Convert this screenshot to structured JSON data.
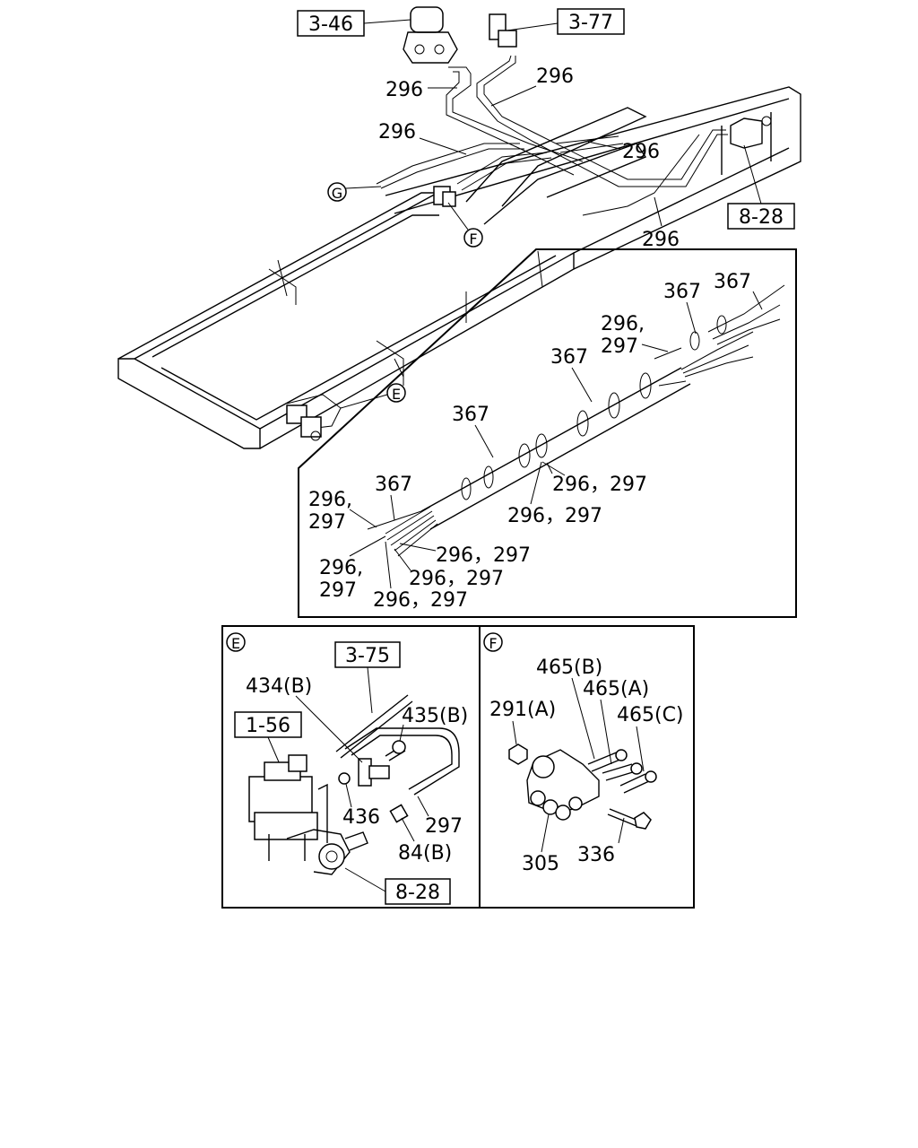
{
  "refs": {
    "r3_46": "3-46",
    "r3_77": "3-77",
    "r8_28_top": "8-28",
    "r3_75": "3-75",
    "r1_56": "1-56",
    "r8_28_e": "8-28"
  },
  "callouts": {
    "G": "G",
    "F": "F",
    "E": "E",
    "E_panel": "E",
    "F_panel": "F"
  },
  "parts_top": {
    "p296_a": "296",
    "p296_b": "296",
    "p296_c": "296",
    "p296_d": "296",
    "p296_e": "296"
  },
  "parts_detail": {
    "p367_a": "367",
    "p367_b": "367",
    "p367_c": "367",
    "p367_d": "367",
    "p367_e": "367",
    "p296_297_a1": "296,",
    "p296_297_a2": "297",
    "p296_297_b": "296，297",
    "p296_297_c": "296，297",
    "p296_297_d1": "296,",
    "p296_297_d2": "297",
    "p296_297_e": "296，297",
    "p296_297_f": "296，297",
    "p296_297_g1": "296,",
    "p296_297_g2": "297",
    "p296_297_h": "296，297"
  },
  "parts_e": {
    "p434b": "434(B)",
    "p435b": "435(B)",
    "p436": "436",
    "p297": "297",
    "p84b": "84(B)"
  },
  "parts_f": {
    "p465b": "465(B)",
    "p465a": "465(A)",
    "p291a": "291(A)",
    "p465c": "465(C)",
    "p305": "305",
    "p336": "336"
  }
}
